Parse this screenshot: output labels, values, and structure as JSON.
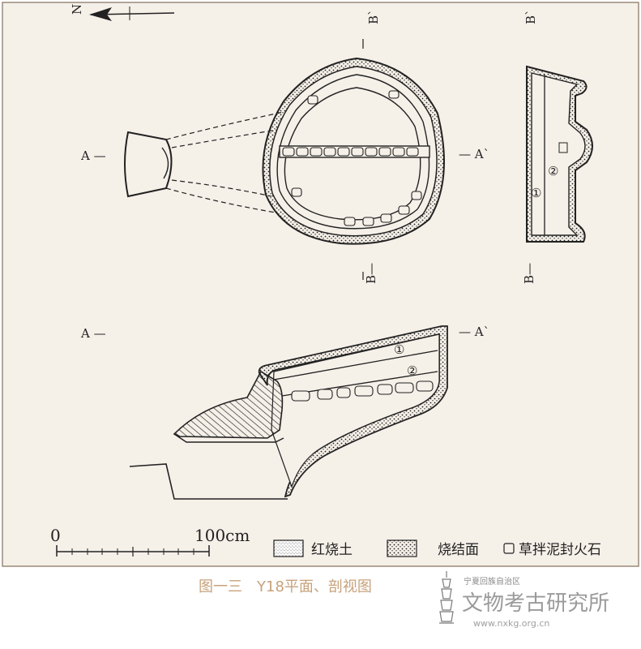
{
  "north": {
    "label": "N"
  },
  "section_labels": {
    "a_left": "A —",
    "a_right": "— A`",
    "b_top": "B`",
    "b_bottom": "B—",
    "b_top_right": "B`",
    "b_bottom_right": "B—",
    "a2_left": "A —",
    "a2_right": "— A`"
  },
  "layer_markers": [
    "①",
    "②"
  ],
  "scale": {
    "zero": "0",
    "max": "100cm"
  },
  "legend": {
    "red_soil": "红烧土",
    "fired_surface": "烧结面",
    "stone": "草拌泥封火石"
  },
  "caption": "图一三　Y18平面、剖视图",
  "watermark": {
    "org_small": "宁夏回族自治区",
    "org_large": "文物考古研究所",
    "url": "www.nxkg.org.cn"
  },
  "colors": {
    "background": "#f5f0e8",
    "line": "#222222",
    "caption": "#c7a27b",
    "border": "#9a8a7a"
  }
}
